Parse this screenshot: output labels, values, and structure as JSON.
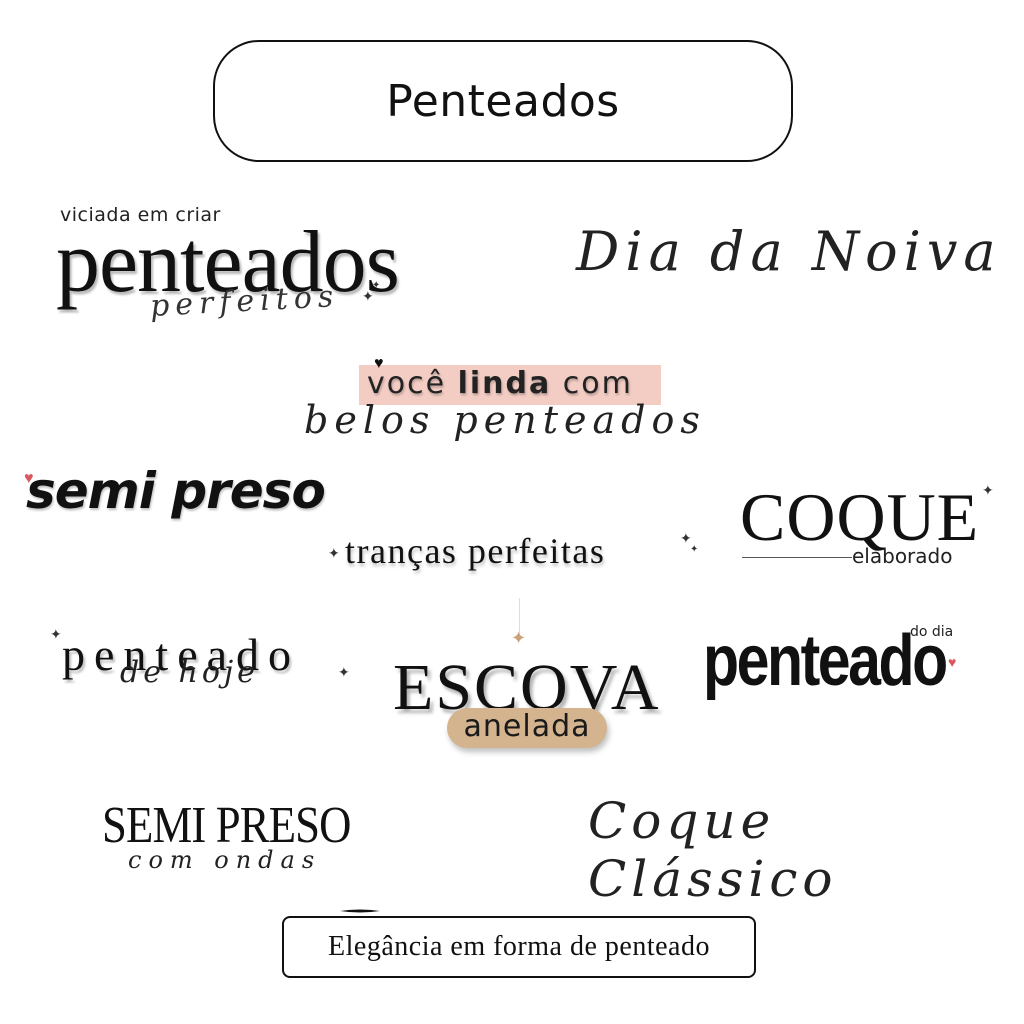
{
  "title": "Penteados",
  "items": {
    "p1": {
      "top": "viciada em criar",
      "main": "penteados",
      "sub": "perfeitos"
    },
    "noiva": "Dia da Noiva",
    "voce": {
      "pre": "você ",
      "bold": "linda",
      "post": " com",
      "sub": "belos penteados"
    },
    "semi1": "semi preso",
    "trancas": "tranças perfeitas",
    "coque": {
      "main": "COQUE",
      "sub": "elaborado"
    },
    "p4": {
      "main": "penteado",
      "sub": "de hoje"
    },
    "escova": {
      "main": "ESCOVA",
      "sub": "anelada"
    },
    "p5": {
      "main": "penteado",
      "sub": "do dia"
    },
    "semi2": {
      "main": "SEMI PRESO",
      "sub": "com ondas"
    },
    "classico": "Coque Clássico"
  },
  "footer": "Elegância em forma de penteado",
  "colors": {
    "pink_highlight": "#f3cdc4",
    "tan_pill": "#d4b38f",
    "heart": "#d9575e"
  }
}
